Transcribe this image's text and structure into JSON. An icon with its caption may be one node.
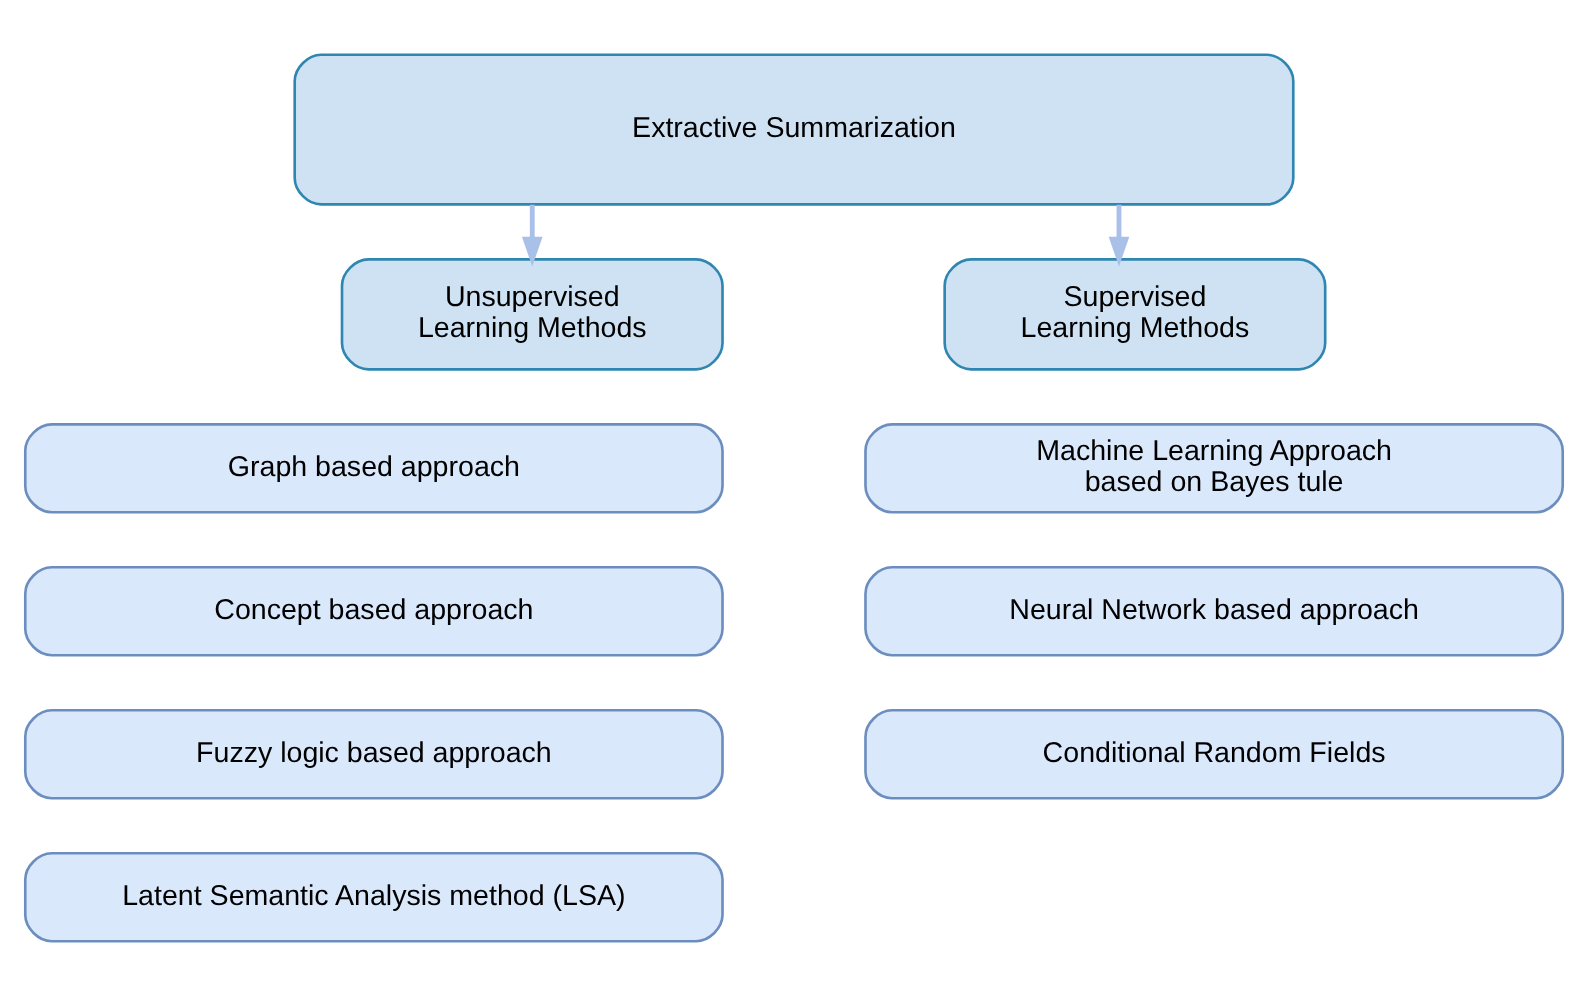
{
  "diagram": {
    "nodes": [
      {
        "text": [
          "Extractive Summarization"
        ]
      },
      {
        "text": [
          "Unsupervised Learning Methods"
        ]
      },
      {
        "text": [
          "Supervised Learning Methods"
        ]
      },
      {
        "text": [
          "Graph based approach"
        ]
      },
      {
        "text": [
          "Concept based approach"
        ]
      },
      {
        "text": [
          "Fuzzy logic based approach"
        ]
      },
      {
        "text": [
          "Latent Semantic Analysis method (LSA)"
        ]
      },
      {
        "text": [
          "Machine Learning Approach based on Bayes tule"
        ]
      },
      {
        "text": [
          "Neural Network based approach"
        ]
      },
      {
        "text": [
          "Conditional Random Fields"
        ]
      }
    ],
    "edges": [
      {
        "from": 0,
        "to": 1,
        "arrow": "to"
      },
      {
        "from": 0,
        "to": 2,
        "arrow": "to"
      }
    ]
  }
}
